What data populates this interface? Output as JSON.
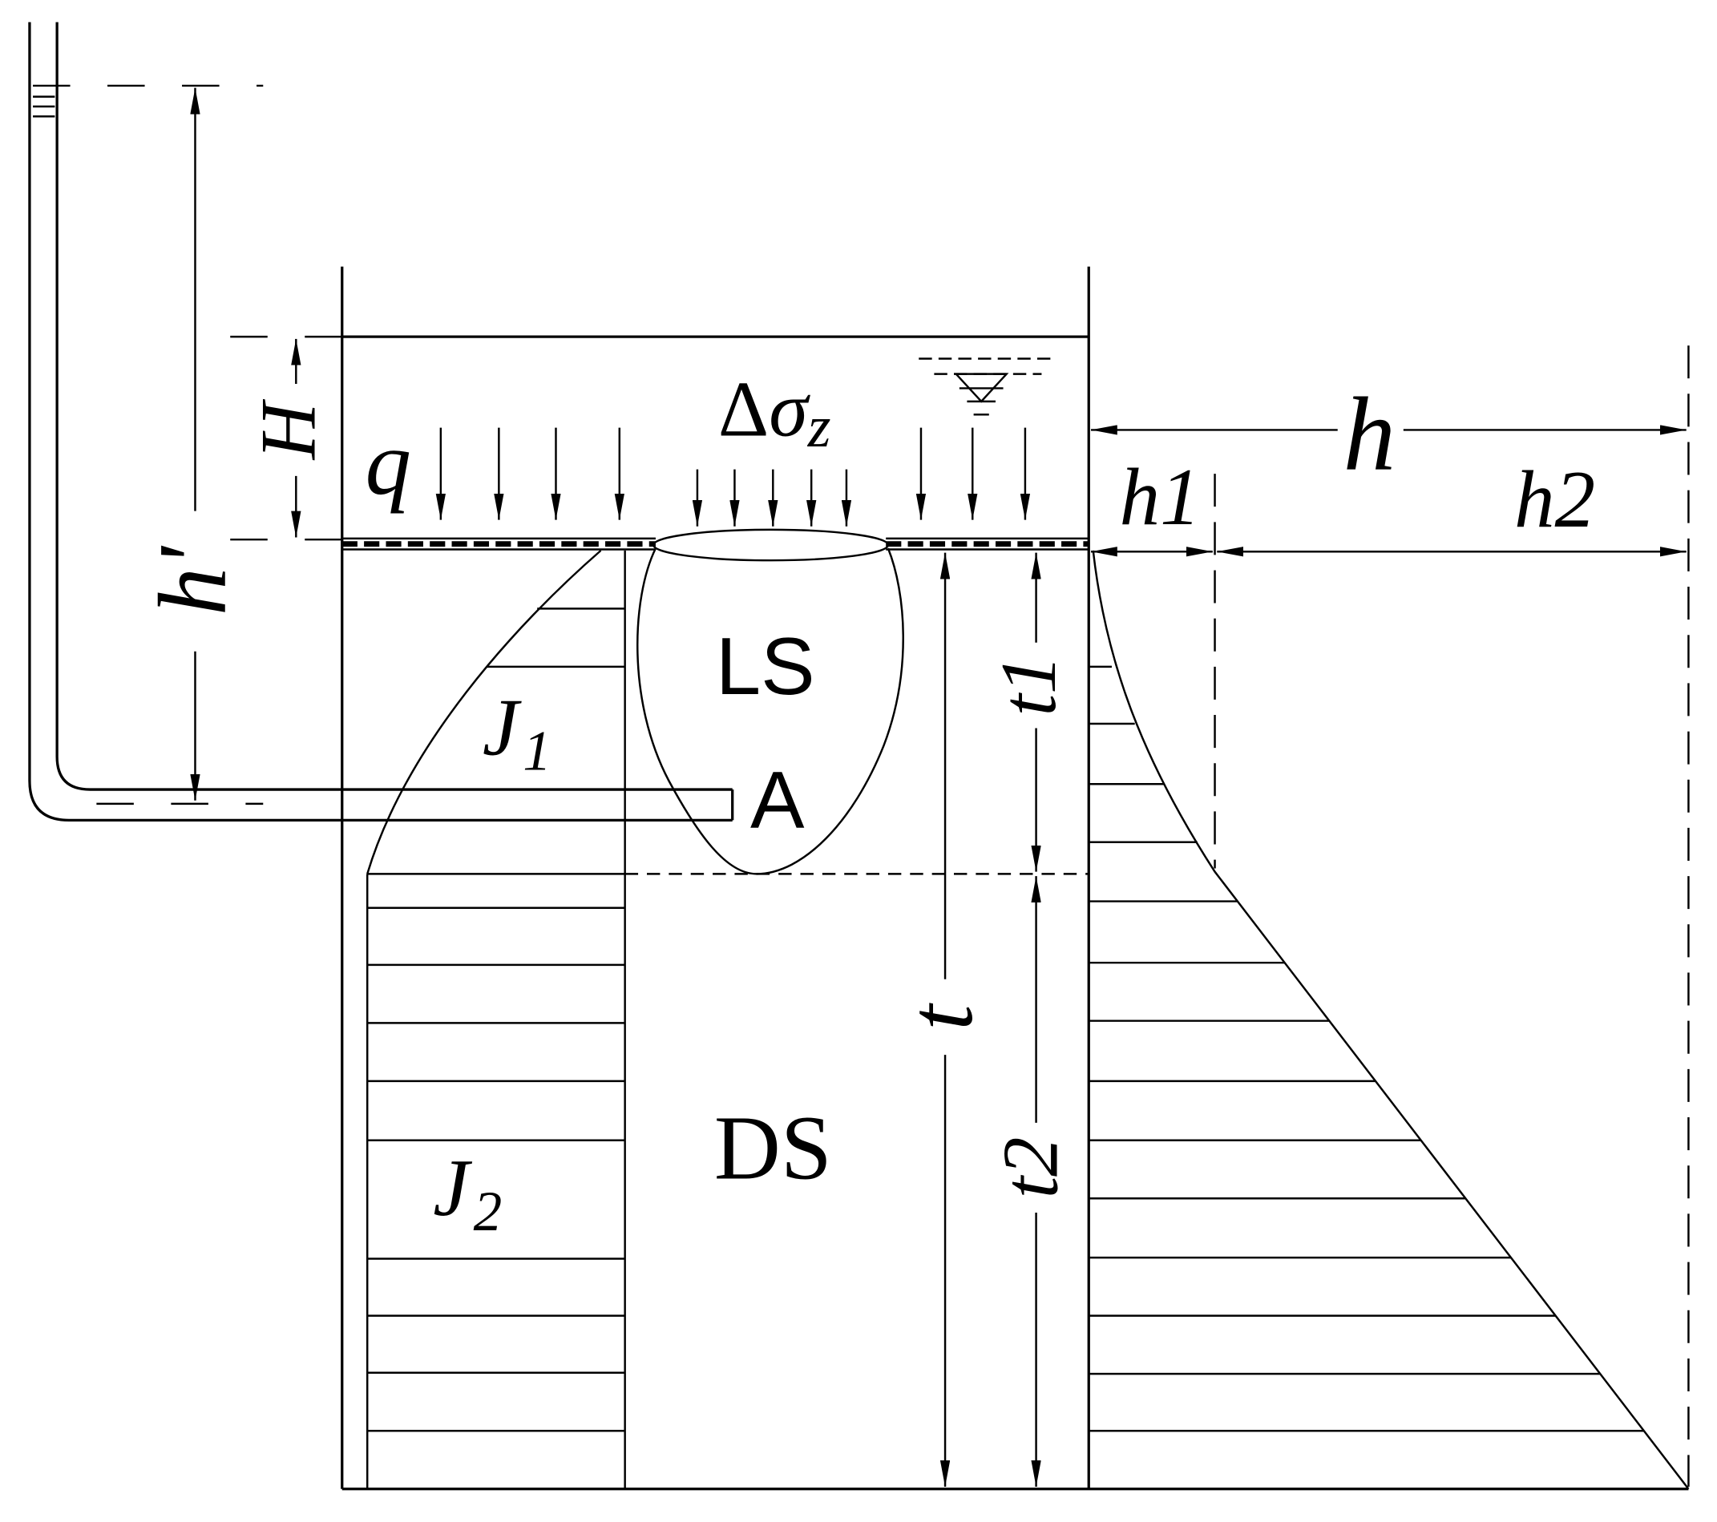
{
  "labels": {
    "h_prime": "h'",
    "H": "H",
    "q": "q",
    "delta_sigma_z": {
      "delta": "Δ",
      "sigma": "σ",
      "sub": "z"
    },
    "LS": "LS",
    "A": "A",
    "J1": {
      "base": "J",
      "sub": "1"
    },
    "J2": {
      "base": "J",
      "sub": "2"
    },
    "DS": "DS",
    "t": "t",
    "t1": "t1",
    "t2": "t2",
    "h": "h",
    "h1": "h1",
    "h2": "h2"
  },
  "colors": {
    "line": "#000000",
    "background": "#ffffff"
  }
}
